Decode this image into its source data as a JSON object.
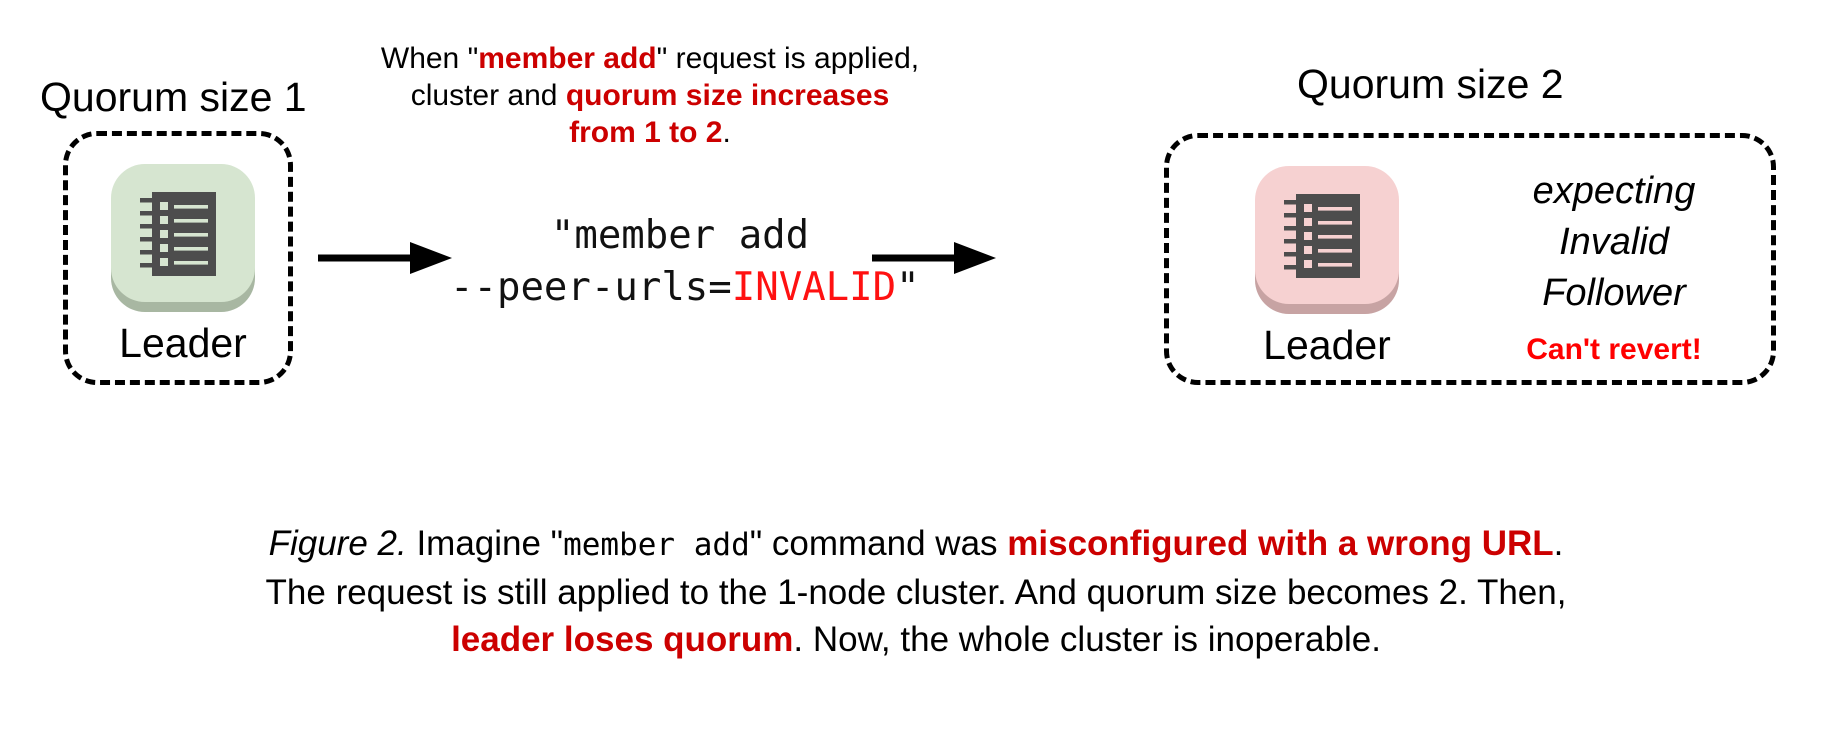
{
  "figure": {
    "left_panel": {
      "heading": "Quorum size 1",
      "node_label": "Leader",
      "icon": "notebook-icon",
      "icon_color": "#d6e5d0",
      "icon_shadow_color": "#a8b7a2",
      "icon_glyph_color": "#4d4d4d"
    },
    "right_panel": {
      "heading": "Quorum size 2",
      "node_label": "Leader",
      "icon": "notebook-icon",
      "icon_color": "#f6d1d1",
      "icon_shadow_color": "#c7a3a3",
      "icon_glyph_color": "#4d4d4d",
      "status_lines": [
        "expecting",
        "Invalid",
        "Follower"
      ],
      "warning": "Can't revert!"
    },
    "top_note": {
      "line1_a": "When \"",
      "line1_b": "member add",
      "line1_c": "\" request is applied,",
      "line2_a": "cluster and ",
      "line2_b": "quorum size increases",
      "line3_a": "from 1 to 2",
      "line3_b": "."
    },
    "command": {
      "line1": "\"member add",
      "line2_prefix": "--peer-urls=",
      "line2_value": "INVALID",
      "line2_suffix": "\""
    },
    "arrows": {
      "left_arrow": "arrow-right-icon",
      "right_arrow": "arrow-right-icon"
    },
    "caption": {
      "fig_num": "Figure 2.",
      "p1": " Imagine \"",
      "mono1": "member add",
      "p2": "\" command was ",
      "hl1": "misconfigured with a wrong URL",
      "p3": ".",
      "line2": "The request is still applied to the 1-node cluster. And quorum size becomes 2. Then,",
      "hl2": "leader loses quorum",
      "p4": ". Now, the whole cluster is inoperable."
    },
    "colors": {
      "red_bold": "#cc0000",
      "red_bright": "#ff0000",
      "invalid_red": "#ff1111",
      "ink": "#000000",
      "background": "#ffffff"
    }
  }
}
